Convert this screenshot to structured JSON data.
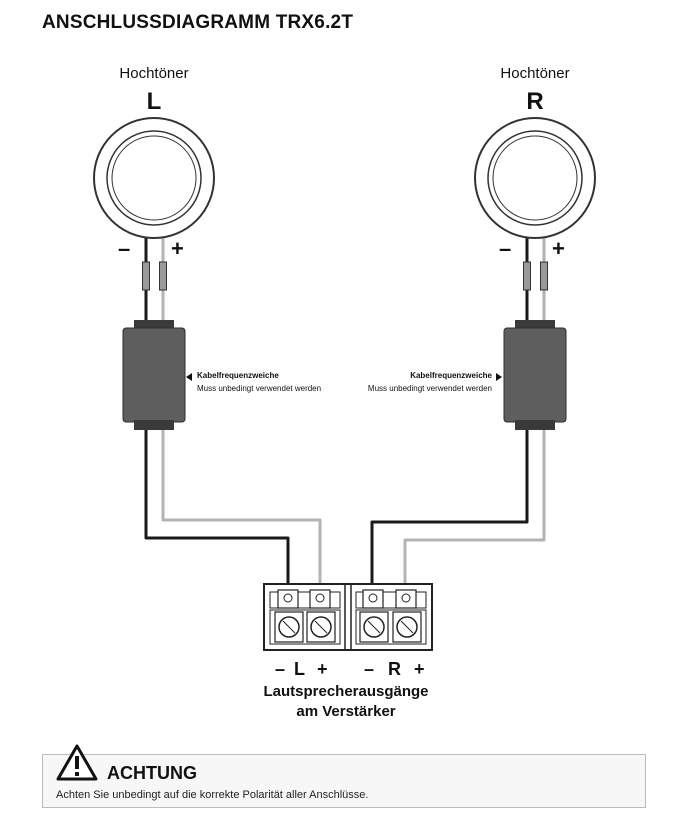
{
  "title": "ANSCHLUSSDIAGRAMM TRX6.2T",
  "speakers": {
    "left": {
      "label": "Hochtöner",
      "side": "L",
      "minus": "–",
      "plus": "+"
    },
    "right": {
      "label": "Hochtöner",
      "side": "R",
      "minus": "–",
      "plus": "+"
    }
  },
  "crossover": {
    "left": {
      "title": "Kabelfrequenzweiche",
      "subtitle": "Muss unbedingt verwendet werden"
    },
    "right": {
      "title": "Kabelfrequenzweiche",
      "subtitle": "Muss unbedingt verwendet werden"
    }
  },
  "terminal": {
    "left": {
      "minus": "–",
      "side": "L",
      "plus": "+"
    },
    "right": {
      "minus": "–",
      "side": "R",
      "plus": "+"
    },
    "caption_line1": "Lautsprecherausgänge",
    "caption_line2": "am Verstärker"
  },
  "warning": {
    "title": "ACHTUNG",
    "text": "Achten Sie unbedingt auf die korrekte Polarität aller Anschlüsse."
  },
  "colors": {
    "wire_negative": "#1a1a1a",
    "wire_positive": "#b3b3b3",
    "crossover_body": "#5e5e5e",
    "crossover_cap": "#3a3a3a"
  }
}
